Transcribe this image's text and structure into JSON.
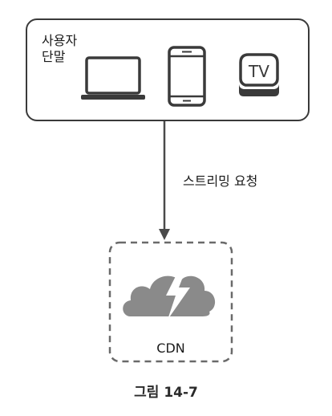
{
  "devices": {
    "label": "사용자\n단말",
    "icons": [
      "laptop-icon",
      "tablet-icon",
      "tv-icon"
    ],
    "tv_text": "TV"
  },
  "request": {
    "label": "스트리밍 요청"
  },
  "cdn": {
    "label": "CDN",
    "icon": "cloud-lightning-icon"
  },
  "caption": "그림 14-7",
  "colors": {
    "stroke": "#3a3a3a",
    "arrow": "#4a4a4a",
    "cloud": "#8a8a8a",
    "dashed": "#6a6a6a"
  }
}
